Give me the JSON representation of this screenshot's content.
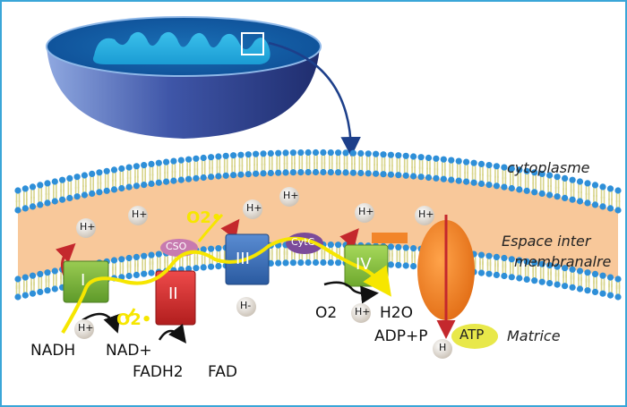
{
  "regions": {
    "cytoplasm": "cytoplasme",
    "intermembrane_line1": "Espace inter",
    "intermembrane_line2": "membranalre",
    "matrix": "Matrice"
  },
  "complexes": {
    "c1": "I",
    "c2": "II",
    "c3": "III",
    "c4": "IV"
  },
  "carriers": {
    "cytc": "CytC",
    "cso": "CSO",
    "atp": "ATP"
  },
  "ions": {
    "h_plus": "H+",
    "h_minus": "H-",
    "h": "H"
  },
  "reactions": {
    "nadh": "NADH",
    "nad_plus": "NAD+",
    "fadh2": "FADH2",
    "fad": "FAD",
    "o2": "O2",
    "h2o": "H2O",
    "adp_p": "ADP+P",
    "superoxide": "O2•"
  },
  "colors": {
    "membrane_band": "#f8c89a",
    "head_blue": "#2e8fd8",
    "tail_yellow": "#d7d48a",
    "complex1": "#7fb23a",
    "complex2": "#d62d2d",
    "complex3": "#3a6db4",
    "complex4": "#8cc63f",
    "atp_synthase": "#f2852a",
    "electron_path": "#f6e600",
    "proton_arrow": "#c4282d",
    "cytc": "#7b4b9a",
    "cso": "#c77ab0",
    "border": "#3aa6d8"
  }
}
